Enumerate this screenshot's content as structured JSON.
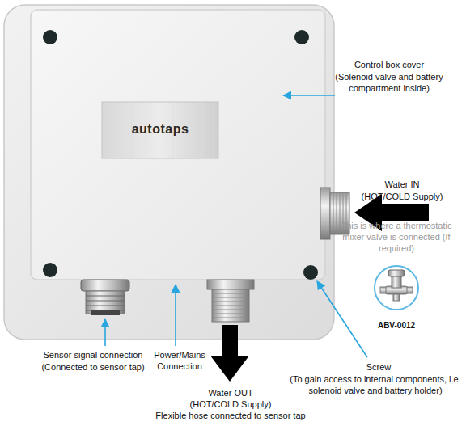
{
  "diagram": {
    "labels": [
      "Control box cover",
      "(Solenoid valve and battery compartment inside)",
      "autotaps",
      "Water IN",
      "(HOT/COLD Supply)",
      "This is where a thermostatic mixer valve is connected (If required)",
      "ABV-0012",
      "Sensor signal connection",
      "(Connected to sensor tap)",
      "Power/Mains Connection",
      "Screw",
      "(To gain access to internal components, i.e. solenoid valve and battery holder)",
      "Water OUT",
      "(HOT/COLD Supply)",
      "Flexible hose connected to sensor tap"
    ]
  }
}
